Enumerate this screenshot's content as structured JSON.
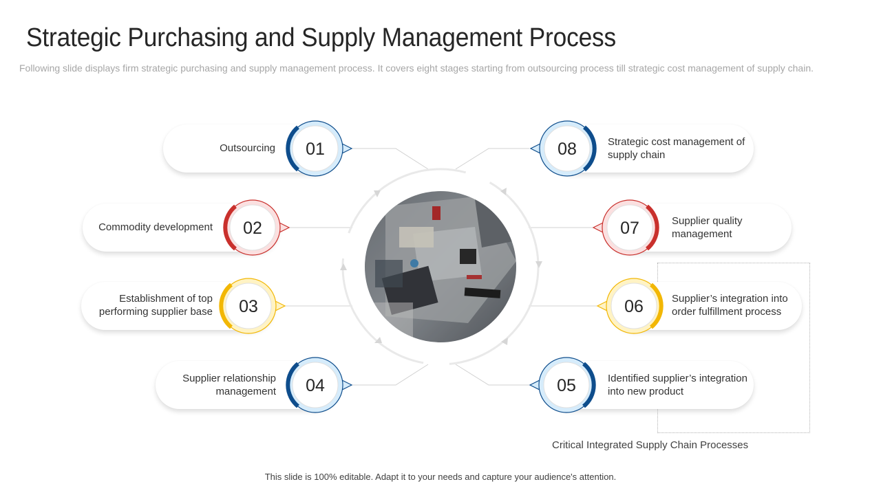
{
  "title": "Strategic Purchasing and Supply Management Process",
  "subtitle": "Following slide displays firm strategic purchasing and supply management process. It covers eight stages starting from outsourcing process till strategic cost management of supply chain.",
  "footer": "This slide is 100% editable. Adapt it to your needs and capture your audience's attention.",
  "colors": {
    "blue": "#0e4d8c",
    "red": "#c9302c",
    "yellow": "#f2b705",
    "light_blue": "#d6ecfb",
    "light_red": "#fbe0e0",
    "light_yellow": "#fff3c4"
  },
  "stages": [
    {
      "number": "01",
      "label": "Outsourcing",
      "color": "blue"
    },
    {
      "number": "02",
      "label": "Commodity development",
      "color": "red"
    },
    {
      "number": "03",
      "label": "Establishment of top performing supplier base",
      "color": "yellow"
    },
    {
      "number": "04",
      "label": "Supplier relationship management",
      "color": "blue"
    },
    {
      "number": "05",
      "label": "Identified supplier’s integration into new product",
      "color": "blue"
    },
    {
      "number": "06",
      "label": "Supplier’s integration into order fulfillment process",
      "color": "yellow"
    },
    {
      "number": "07",
      "label": "Supplier quality management",
      "color": "red"
    },
    {
      "number": "08",
      "label": "Strategic cost management of supply chain",
      "color": "blue"
    }
  ],
  "center_image": "team-working-on-laptops-photo",
  "bracket_caption": "Critical Integrated  Supply  Chain Processes"
}
